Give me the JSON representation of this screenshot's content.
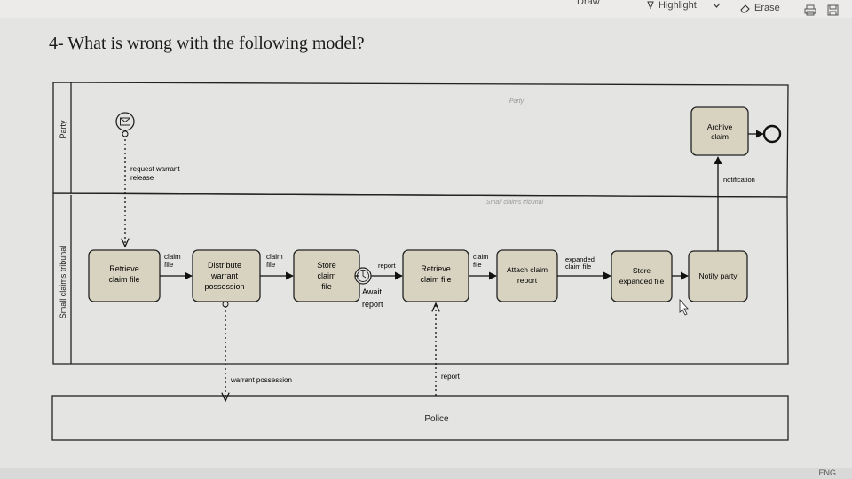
{
  "toolbar": {
    "draw_label": "Draw",
    "highlight_label": "Highlight",
    "erase_label": "Erase"
  },
  "question": "4- What is wrong with the following model?",
  "pools": {
    "party_label": "Party",
    "party_watermark": "Party",
    "tribunal_label": "Small claims tribunal",
    "tribunal_watermark": "Small claims tribunal",
    "police_label": "Police"
  },
  "tasks": {
    "retrieve_claim_file_1": [
      "Retrieve",
      "claim file"
    ],
    "distribute_warrant": [
      "Distribute",
      "warrant",
      "possession"
    ],
    "store_claim_file": [
      "Store",
      "claim",
      "file"
    ],
    "retrieve_claim_file_2": [
      "Retrieve",
      "claim file"
    ],
    "attach_claim_report": [
      "Attach claim",
      "report"
    ],
    "store_expanded_file": [
      "Store",
      "expanded file"
    ],
    "notify_party": [
      "Notify party"
    ],
    "archive_claim": [
      "Archive",
      "claim"
    ]
  },
  "events": {
    "await_report": [
      "Await",
      "report"
    ]
  },
  "flows": {
    "claim_file_1": [
      "claim",
      "file"
    ],
    "claim_file_2": [
      "claim",
      "file"
    ],
    "report": "report",
    "claim_file_3": [
      "claim",
      "file"
    ],
    "expanded_claim_file": [
      "expanded",
      "claim file"
    ],
    "request_warrant_release": [
      "request warrant",
      "release"
    ],
    "notification": "notification",
    "warrant_possession": "warrant possession",
    "police_report": "report"
  },
  "taskbar": {
    "lang": "ENG"
  },
  "colors": {
    "task_fill": "#d8d3c0",
    "background": "#e4e4e2"
  }
}
